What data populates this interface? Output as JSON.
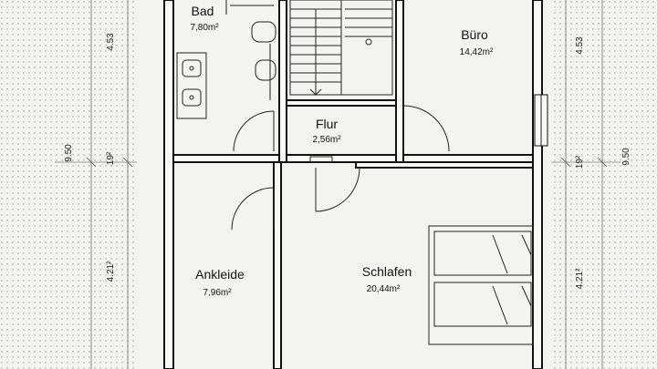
{
  "rooms": {
    "bad": {
      "name": "Bad",
      "area": "7,80m²"
    },
    "buero": {
      "name": "Büro",
      "area": "14,42m²"
    },
    "flur": {
      "name": "Flur",
      "area": "2,56m²"
    },
    "ankleide": {
      "name": "Ankleide",
      "area": "7,96m²"
    },
    "schlafen": {
      "name": "Schlafen",
      "area": "20,44m²"
    }
  },
  "dimensions": {
    "left_total": "9.50",
    "left_top": "4.53",
    "left_mid": "19²",
    "left_bottom": "4.21²",
    "right_total": "9.50",
    "right_top": "4.53",
    "right_mid": "19²",
    "right_bottom": "4.21²"
  },
  "colors": {
    "paper": "#f3f3f1",
    "line": "#111111",
    "hatch": "#9a9a9a"
  }
}
